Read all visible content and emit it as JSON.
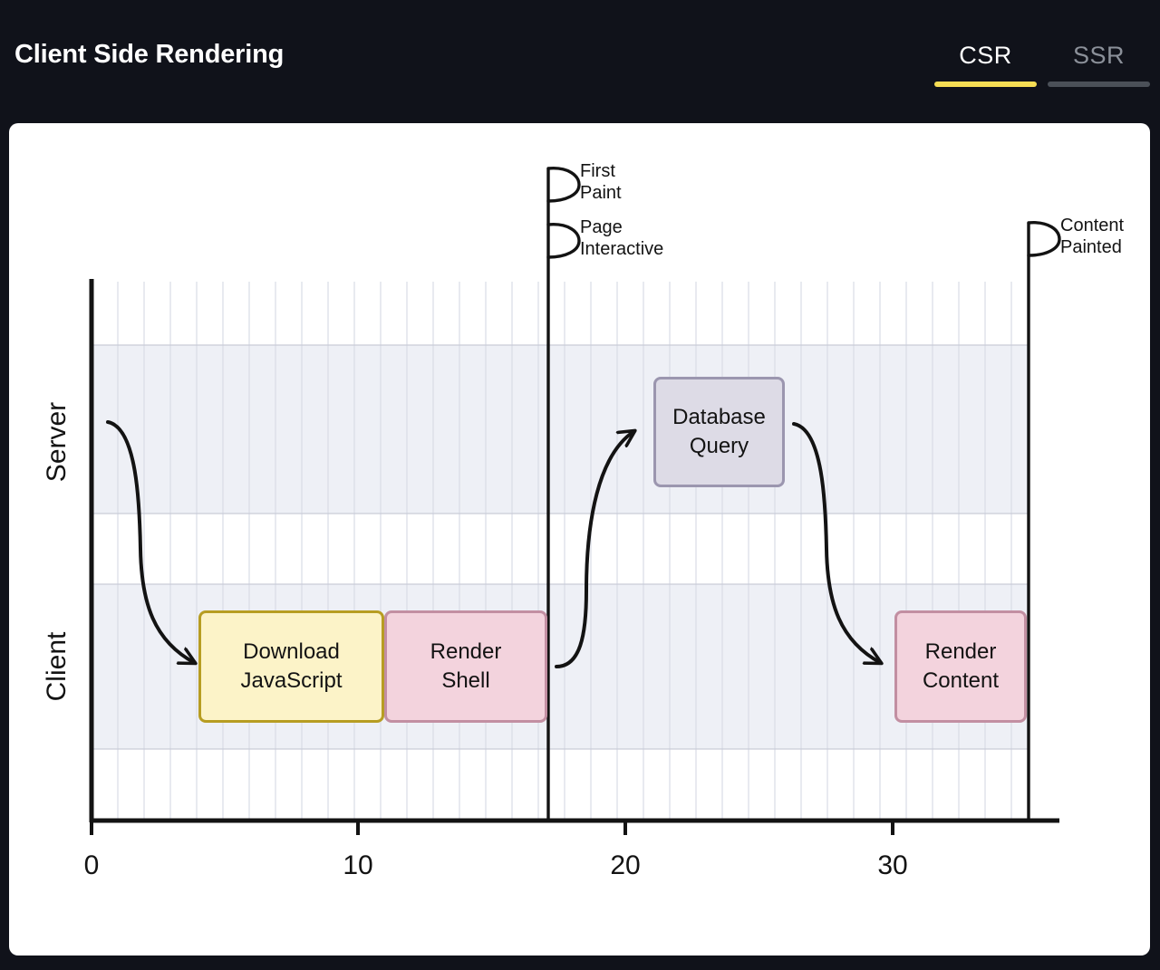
{
  "header": {
    "title": "Client Side Rendering",
    "tabs": [
      {
        "label": "CSR",
        "active": true,
        "accent": "#f6dd54"
      },
      {
        "label": "SSR",
        "active": false,
        "accent": "#4b5058"
      }
    ]
  },
  "chart_data": {
    "type": "bar",
    "title": "Client Side Rendering",
    "xlabel": "",
    "ylabel": "",
    "xlim": [
      0,
      36
    ],
    "ylim_categories": [
      "Server",
      "Client"
    ],
    "xticks": [
      0,
      10,
      20,
      30
    ],
    "xtick_labels": [
      "0",
      "10",
      "20",
      "30"
    ],
    "grid": true,
    "legend_position": "none",
    "lanes": [
      {
        "name": "Server",
        "label": "Server"
      },
      {
        "name": "Client",
        "label": "Client"
      }
    ],
    "tasks": [
      {
        "label": "Download\nJavaScript",
        "lane": "Client",
        "start": 4,
        "end": 11.3,
        "fill": "#fcf3c8",
        "stroke": "#b79d22"
      },
      {
        "label": "Render\nShell",
        "lane": "Client",
        "start": 11.3,
        "end": 17.3,
        "fill": "#f3d3dd",
        "stroke": "#c28fa2"
      },
      {
        "label": "Database\nQuery",
        "lane": "Server",
        "start": 21.4,
        "end": 26.3,
        "fill": "#dddbe6",
        "stroke": "#9b96af"
      },
      {
        "label": "Render\nContent",
        "lane": "Client",
        "start": 30.5,
        "end": 35.3,
        "fill": "#f3d3dd",
        "stroke": "#c28fa2"
      }
    ],
    "milestones": [
      {
        "label": "First\nPaint",
        "x": 17.3
      },
      {
        "label": "Page\nInteractive",
        "x": 17.3
      },
      {
        "label": "Content\nPainted",
        "x": 35.7
      }
    ],
    "arrows": [
      {
        "from": "origin",
        "to": "Download JavaScript"
      },
      {
        "from": "Render Shell",
        "to": "Database Query"
      },
      {
        "from": "Database Query",
        "to": "Render Content"
      }
    ]
  }
}
